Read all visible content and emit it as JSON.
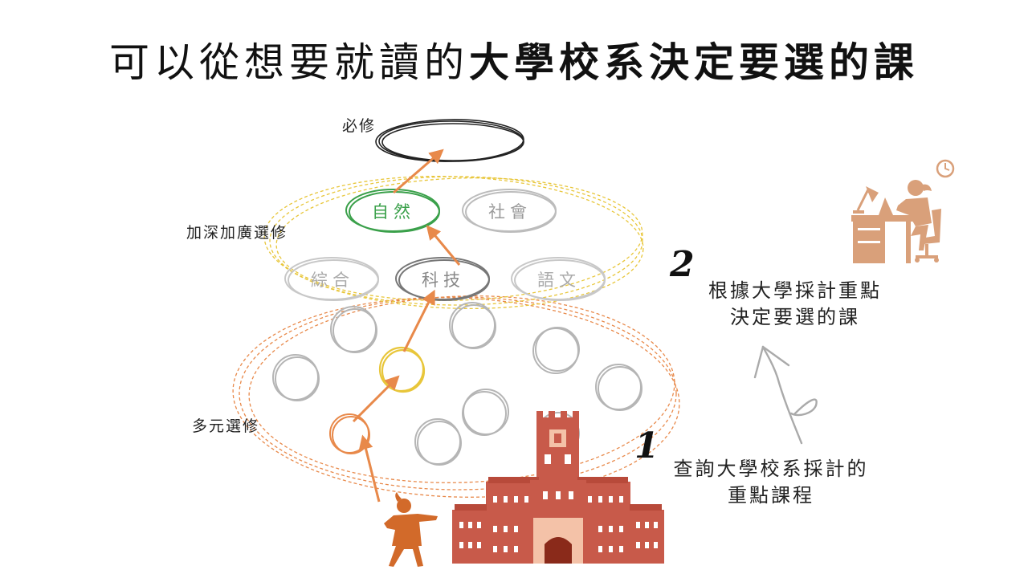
{
  "title": {
    "part1": "可以從想要就讀的",
    "part2": "大學校系決定要選的課"
  },
  "levels": {
    "required": "必修",
    "advanced": "加深加廣選修",
    "diverse": "多元選修"
  },
  "subjects": {
    "nature": "自然",
    "social": "社會",
    "integrated": "綜合",
    "tech": "科技",
    "language": "語文"
  },
  "steps": [
    {
      "number": "1",
      "line1": "查詢大學校系採計的",
      "line2": "重點課程"
    },
    {
      "number": "2",
      "line1": "根據大學採計重點",
      "line2": "決定要選的課"
    }
  ],
  "colors": {
    "orange": "#e8894a",
    "yellow": "#e8c63a",
    "green": "#3aa04a",
    "gray": "#b0b0b0",
    "building": "#c85a4a",
    "desk": "#d9a07a"
  }
}
